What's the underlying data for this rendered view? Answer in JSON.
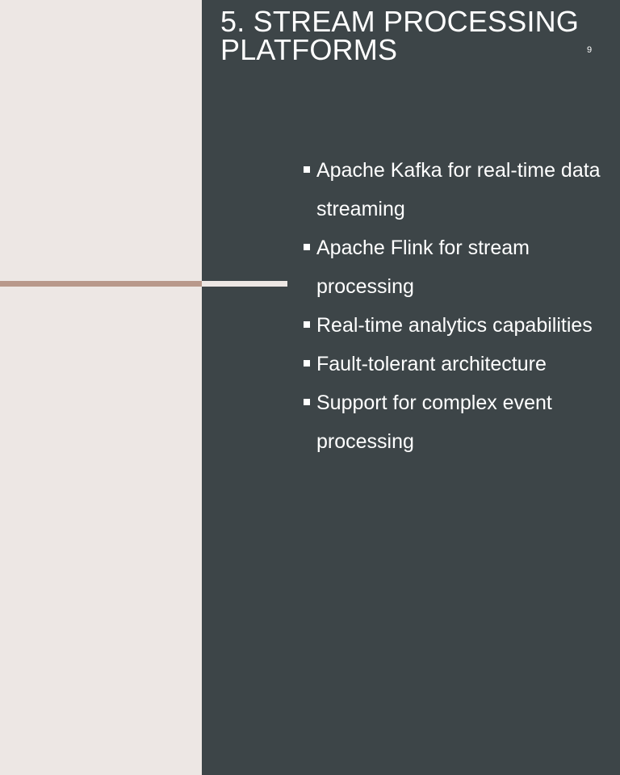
{
  "slide": {
    "title_lines": [
      "5. STREAM PROCESSING",
      "PLATFORMS"
    ],
    "page_number": "9",
    "bullets": [
      "Apache Kafka for real-time data streaming",
      "Apache Flink for stream processing",
      "Real-time analytics capabilities",
      "Fault-tolerant architecture",
      "Support for complex event processing"
    ]
  },
  "colors": {
    "left_background": "#ede7e4",
    "right_background": "#3d4548",
    "accent_line": "#b8988a",
    "text": "#ffffff"
  }
}
